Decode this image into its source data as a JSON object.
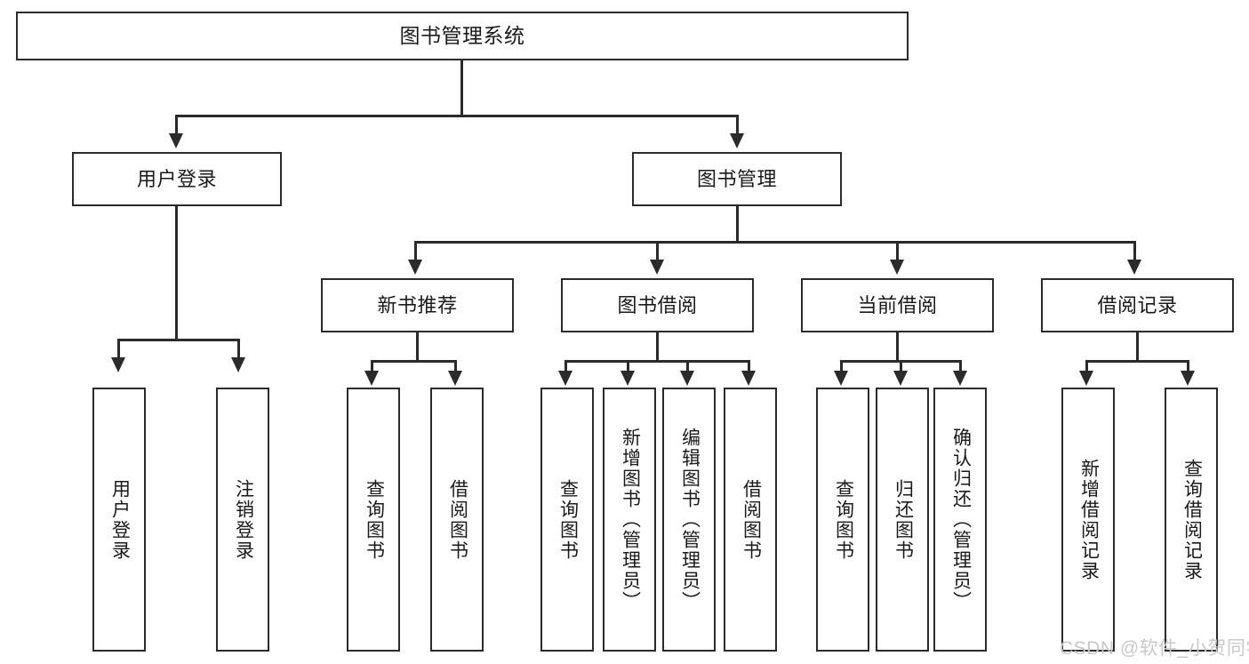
{
  "diagram": {
    "type": "tree",
    "title": "图书管理系统",
    "watermark": "CSDN @软件_小贺同学",
    "colors": {
      "stroke": "#2b2b2b",
      "fill": "#ffffff",
      "text": "#1a1a1a",
      "watermark": "#c9c9c9"
    },
    "levels": {
      "root": "图书管理系统",
      "level2": [
        "用户登录",
        "图书管理"
      ],
      "level3": [
        "新书推荐",
        "图书借阅",
        "当前借阅",
        "借阅记录"
      ]
    },
    "nodes": {
      "root": {
        "label": "图书管理系统"
      },
      "user_login": {
        "label": "用户登录"
      },
      "book_manage": {
        "label": "图书管理"
      },
      "new_book_rec": {
        "label": "新书推荐"
      },
      "book_borrow": {
        "label": "图书借阅"
      },
      "current_borrow": {
        "label": "当前借阅"
      },
      "borrow_record": {
        "label": "借阅记录"
      },
      "leaf_user_login": {
        "label": "用户登录"
      },
      "leaf_logout": {
        "label": "注销登录"
      },
      "leaf_query_book_1": {
        "label": "查询图书"
      },
      "leaf_borrow_book_1": {
        "label": "借阅图书"
      },
      "leaf_query_book_2": {
        "label": "查询图书"
      },
      "leaf_add_book_admin": {
        "label": "新增图书（管理员）"
      },
      "leaf_edit_book_admin": {
        "label": "编辑图书（管理员）"
      },
      "leaf_borrow_book_2": {
        "label": "借阅图书"
      },
      "leaf_query_book_3": {
        "label": "查询图书"
      },
      "leaf_return_book": {
        "label": "归还图书"
      },
      "leaf_confirm_return_admin": {
        "label": "确认归还（管理员）"
      },
      "leaf_add_borrow_record": {
        "label": "新增借阅记录"
      },
      "leaf_query_borrow_record": {
        "label": "查询借阅记录"
      }
    }
  }
}
